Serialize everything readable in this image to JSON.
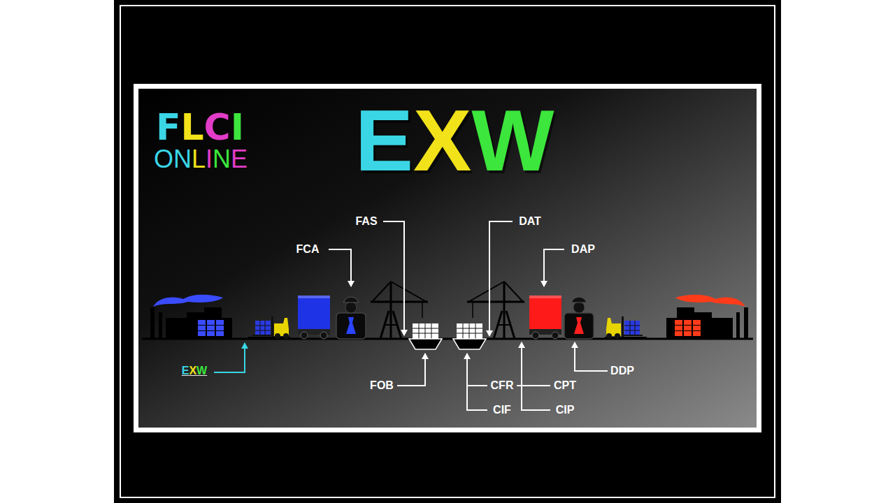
{
  "diagram": {
    "title": "EXW",
    "labels": [
      "FLCI",
      "ONLINE",
      "FCA",
      "FAS",
      "DAT",
      "DAP",
      "EXW",
      "FOB",
      "CFR",
      "CIF",
      "CPT",
      "CIP",
      "DDP"
    ]
  }
}
